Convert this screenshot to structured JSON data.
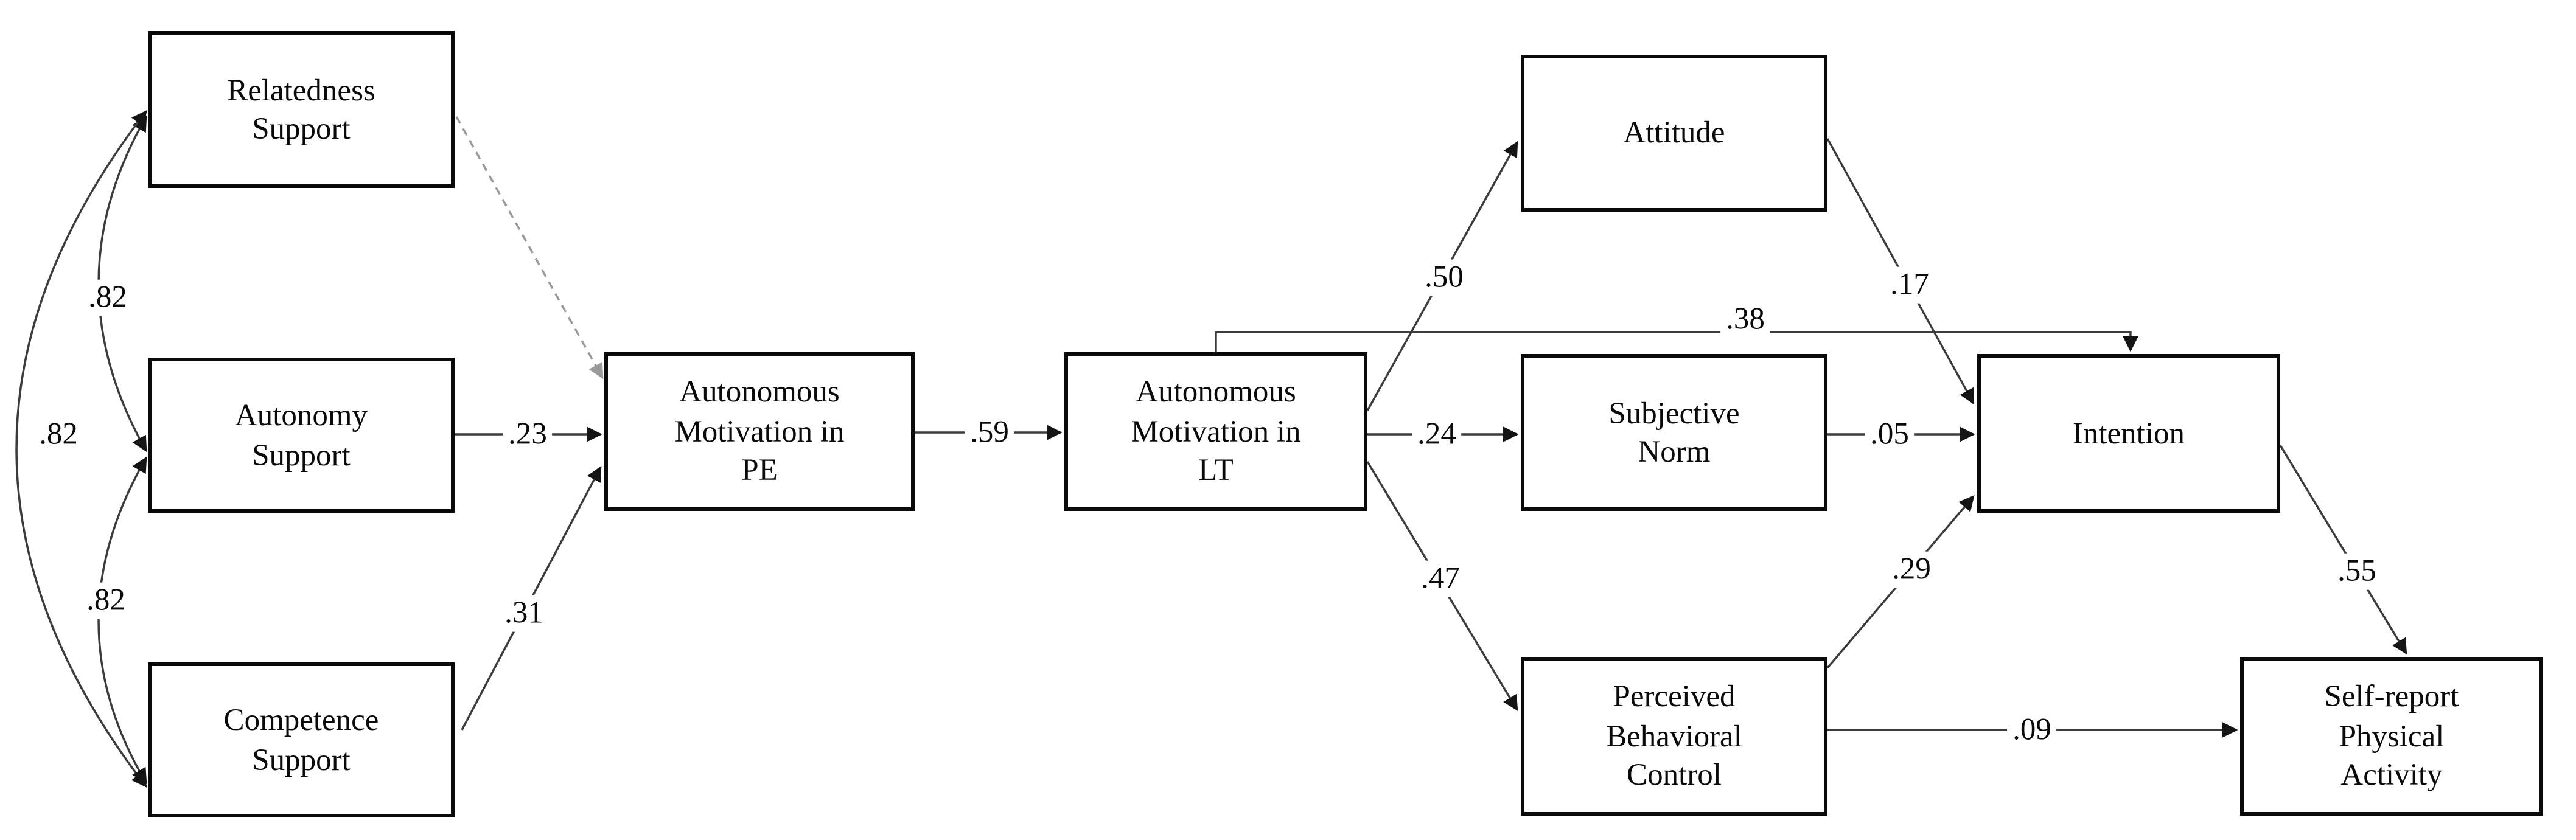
{
  "figure": {
    "description": "Structural equation path model linking need support in physical education to physical activity via autonomous motivation and the theory of planned behavior",
    "background_color": "#ffffff",
    "box_border_color": "#0a0a0a",
    "solid_line_color": "#3c3c3c",
    "dashed_line_color": "#9a9a9a",
    "text_color": "#0a0a0a"
  },
  "nodes": [
    {
      "id": "relatedness",
      "label": "Relatedness\nSupport"
    },
    {
      "id": "autonomy",
      "label": "Autonomy\nSupport"
    },
    {
      "id": "competence",
      "label": "Competence\nSupport"
    },
    {
      "id": "am_pe",
      "label": "Autonomous\nMotivation in\nPE"
    },
    {
      "id": "am_lt",
      "label": "Autonomous\nMotivation in\nLT"
    },
    {
      "id": "attitude",
      "label": "Attitude"
    },
    {
      "id": "subj_norm",
      "label": "Subjective\nNorm"
    },
    {
      "id": "pbc",
      "label": "Perceived\nBehavioral\nControl"
    },
    {
      "id": "intention",
      "label": "Intention"
    },
    {
      "id": "self_report",
      "label": "Self-report\nPhysical\nActivity"
    }
  ],
  "edges": [
    {
      "id": "rel_auto",
      "from": "relatedness",
      "to": "autonomy",
      "coefficient": ".82",
      "type": "correlation",
      "style": "solid"
    },
    {
      "id": "rel_comp",
      "from": "relatedness",
      "to": "competence",
      "coefficient": ".82",
      "type": "correlation",
      "style": "solid"
    },
    {
      "id": "auto_comp",
      "from": "autonomy",
      "to": "competence",
      "coefficient": ".82",
      "type": "correlation",
      "style": "solid"
    },
    {
      "id": "rel_ampe",
      "from": "relatedness",
      "to": "am_pe",
      "coefficient": "",
      "type": "directed",
      "style": "dashed"
    },
    {
      "id": "auto_ampe",
      "from": "autonomy",
      "to": "am_pe",
      "coefficient": ".23",
      "type": "directed",
      "style": "solid"
    },
    {
      "id": "comp_ampe",
      "from": "competence",
      "to": "am_pe",
      "coefficient": ".31",
      "type": "directed",
      "style": "solid"
    },
    {
      "id": "ampe_amlt",
      "from": "am_pe",
      "to": "am_lt",
      "coefficient": ".59",
      "type": "directed",
      "style": "solid"
    },
    {
      "id": "amlt_att",
      "from": "am_lt",
      "to": "attitude",
      "coefficient": ".50",
      "type": "directed",
      "style": "solid"
    },
    {
      "id": "amlt_sn",
      "from": "am_lt",
      "to": "subj_norm",
      "coefficient": ".24",
      "type": "directed",
      "style": "solid"
    },
    {
      "id": "amlt_pbc",
      "from": "am_lt",
      "to": "pbc",
      "coefficient": ".47",
      "type": "directed",
      "style": "solid"
    },
    {
      "id": "amlt_int",
      "from": "am_lt",
      "to": "intention",
      "coefficient": ".38",
      "type": "directed",
      "style": "solid"
    },
    {
      "id": "att_int",
      "from": "attitude",
      "to": "intention",
      "coefficient": ".17",
      "type": "directed",
      "style": "solid"
    },
    {
      "id": "sn_int",
      "from": "subj_norm",
      "to": "intention",
      "coefficient": ".05",
      "type": "directed",
      "style": "solid"
    },
    {
      "id": "pbc_int",
      "from": "pbc",
      "to": "intention",
      "coefficient": ".29",
      "type": "directed",
      "style": "solid"
    },
    {
      "id": "pbc_spa",
      "from": "pbc",
      "to": "self_report",
      "coefficient": ".09",
      "type": "directed",
      "style": "solid"
    },
    {
      "id": "int_spa",
      "from": "intention",
      "to": "self_report",
      "coefficient": ".55",
      "type": "directed",
      "style": "solid"
    }
  ]
}
